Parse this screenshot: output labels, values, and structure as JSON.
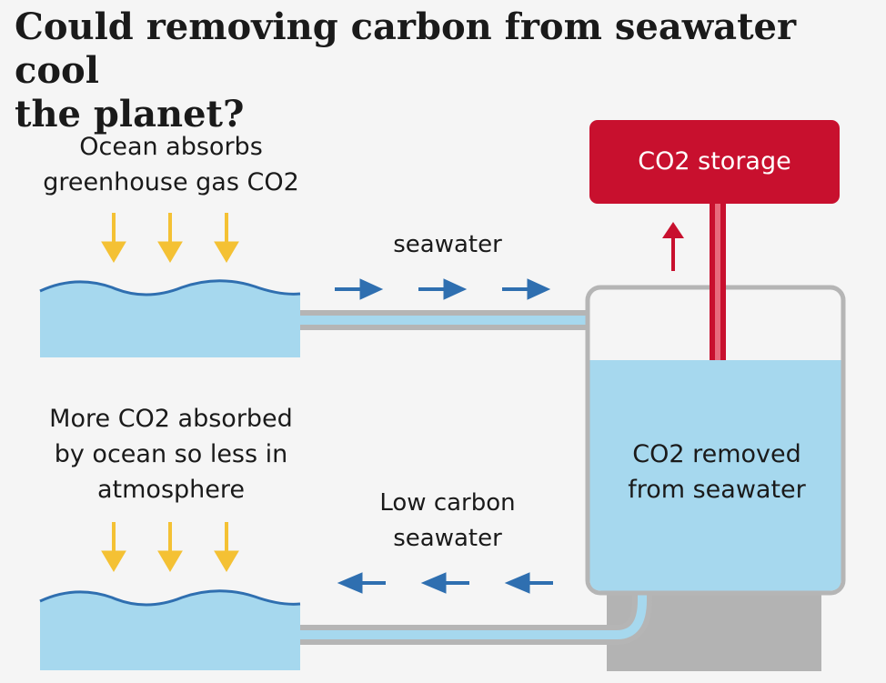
{
  "title": [
    "Could removing carbon from seawater cool",
    "the planet?"
  ],
  "labels": {
    "ocean_absorbs": [
      "Ocean absorbs",
      "greenhouse gas CO2"
    ],
    "seawater_in": "seawater",
    "co2_storage": "CO2 storage",
    "more_co2": [
      "More CO2 absorbed",
      "by ocean so less in",
      "atmosphere"
    ],
    "low_carbon": [
      "Low carbon",
      "seawater"
    ],
    "co2_removed": [
      "CO2 removed",
      "from seawater"
    ]
  },
  "colors": {
    "water": "#a6d8ee",
    "wave_line": "#2f6fb0",
    "arrow_blue": "#2f6fb0",
    "arrow_yellow": "#f4c134",
    "storage_red": "#c8102e",
    "pipe_gray": "#b5b5b5",
    "tank_base": "#b3b3b3",
    "text": "#1a1a1a"
  }
}
